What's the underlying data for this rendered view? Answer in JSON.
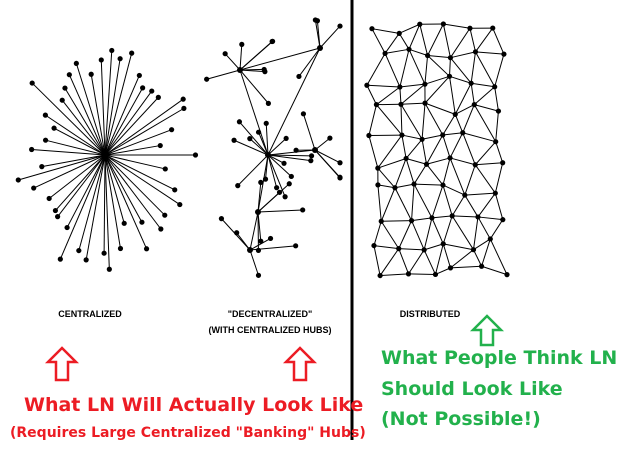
{
  "labels": {
    "centralized": "CENTRALIZED",
    "decentralized": "\"DECENTRALIZED\"",
    "decentralized_sub": "(WITH CENTRALIZED HUBS)",
    "distributed": "DISTRIBUTED"
  },
  "annotations": {
    "red_title": "What LN Will Actually Look Like",
    "red_sub": "(Requires Large Centralized \"Banking\" Hubs)",
    "green_line1": "What People Think LN",
    "green_line2": "Should Look Like",
    "green_line3": "(Not Possible!)"
  },
  "colors": {
    "red": "#ec1c24",
    "green": "#22b14c",
    "ink": "#000000"
  }
}
